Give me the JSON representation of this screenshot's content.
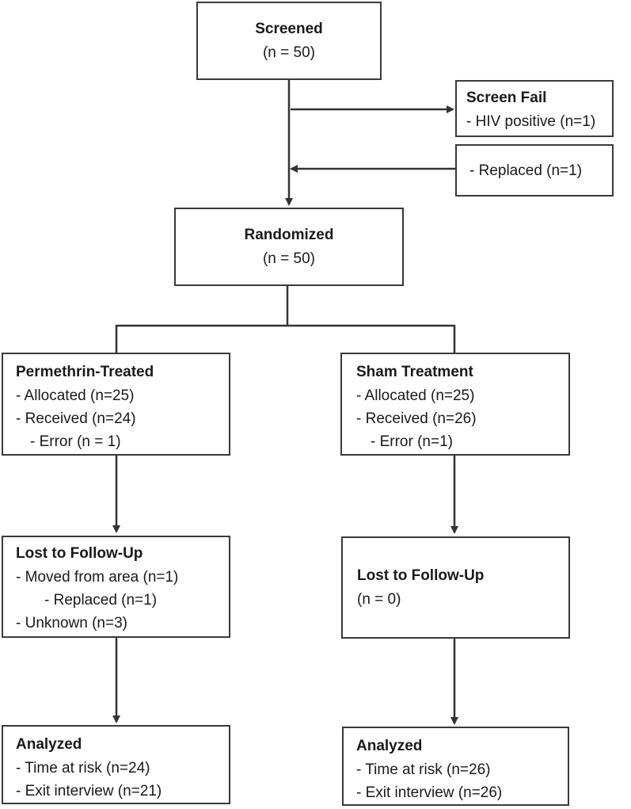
{
  "screened": {
    "title": "Screened",
    "count": "(n = 50)"
  },
  "screen_fail": {
    "title": "Screen Fail",
    "items": [
      "- HIV positive (n=1)"
    ]
  },
  "replaced_box": {
    "items": [
      "- Replaced (n=1)"
    ]
  },
  "randomized": {
    "title": "Randomized",
    "count": "(n = 50)"
  },
  "permethrin": {
    "title": "Permethrin-Treated",
    "items": [
      "- Allocated (n=25)",
      "- Received (n=24)",
      "- Error (n = 1)"
    ]
  },
  "sham": {
    "title": "Sham Treatment",
    "items": [
      "- Allocated (n=25)",
      "- Received (n=26)",
      "- Error (n=1)"
    ]
  },
  "lost_left": {
    "title": "Lost to Follow-Up",
    "items": [
      "- Moved from area (n=1)",
      "- Replaced (n=1)",
      "- Unknown (n=3)"
    ]
  },
  "lost_right": {
    "title": "Lost to Follow-Up",
    "count": "(n = 0)"
  },
  "analyzed_left": {
    "title": "Analyzed",
    "items": [
      "- Time at risk (n=24)",
      "- Exit interview (n=21)"
    ]
  },
  "analyzed_right": {
    "title": "Analyzed",
    "items": [
      "- Time at risk (n=26)",
      "- Exit interview (n=26)"
    ]
  },
  "colors": {
    "line": "#333333",
    "border": "#3a3a3a",
    "background": "#ffffff"
  }
}
